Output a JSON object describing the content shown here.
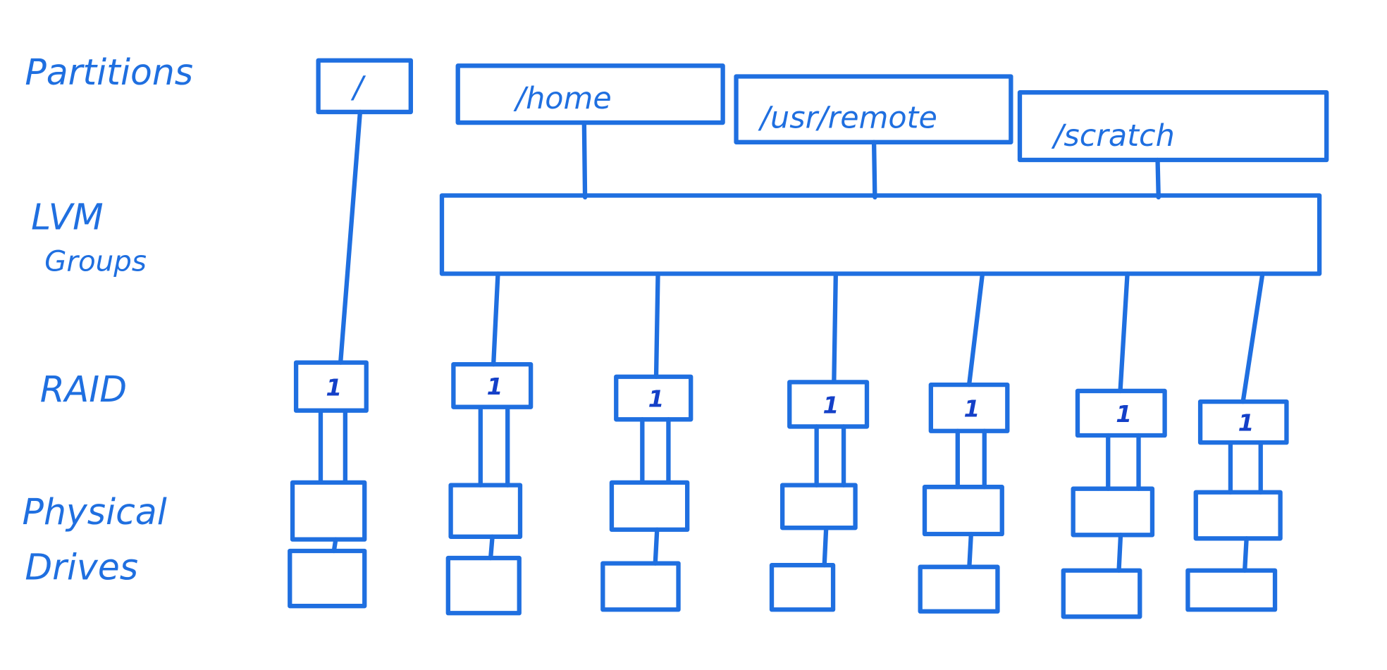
{
  "tiers": {
    "partitions": "Partitions",
    "lvm_line1": "LVM",
    "lvm_line2": "Groups",
    "raid": "RAID",
    "physical_line1": "Physical",
    "physical_line2": "Drives"
  },
  "partitions": [
    "/",
    "/home",
    "/usr/remote",
    "/scratch"
  ],
  "raid_level": "1",
  "raid_count": 7,
  "drives_per_raid": 2,
  "ink_color": "#1f6fe0"
}
